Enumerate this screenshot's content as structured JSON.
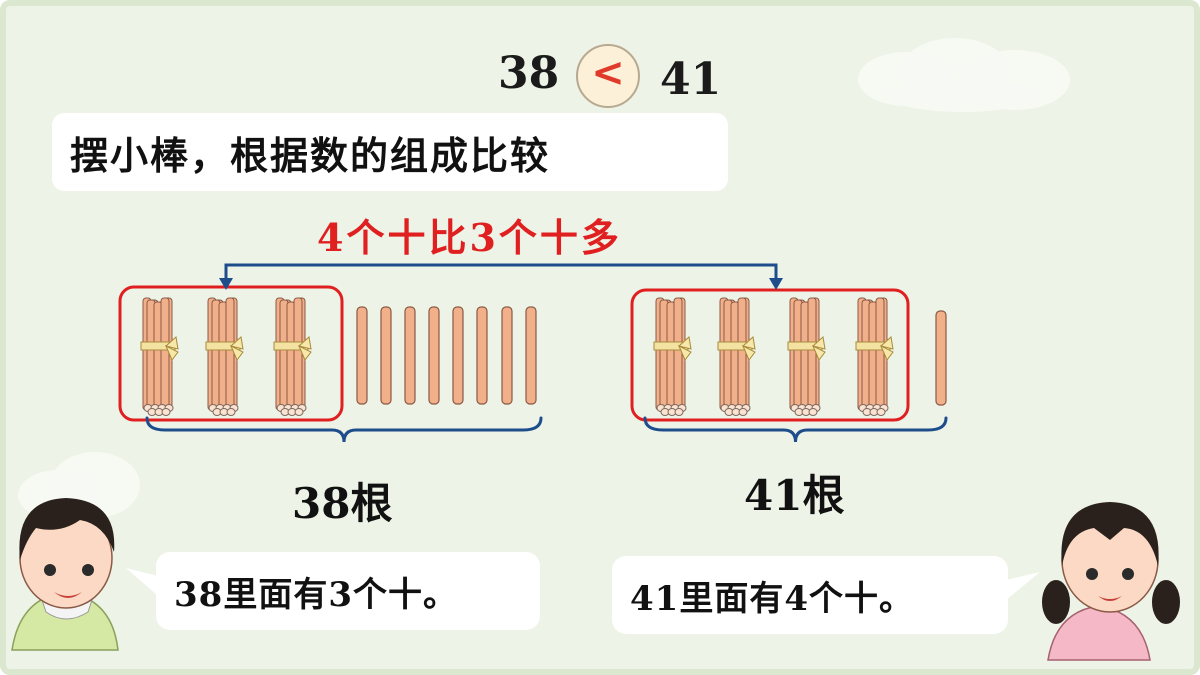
{
  "comparison": {
    "left": "38",
    "sign": "<",
    "right": "41"
  },
  "title": "摆小棒，根据数的组成比较",
  "note": "4个十比3个十多",
  "groups": [
    {
      "label": "38根",
      "bundles": 3,
      "singles": 8
    },
    {
      "label": "41根",
      "bundles": 4,
      "singles": 1
    }
  ],
  "bubbles": {
    "boy": "38里面有3个十。",
    "girl": "41里面有4个十。"
  },
  "colors": {
    "highlight": "#e02020",
    "stick": "#f2b08a",
    "stick_outline": "#8a5a46",
    "bracket": "#1e4d8c",
    "background": "#edf3e6"
  },
  "icons": {
    "boy": "boy-avatar-icon",
    "girl": "girl-avatar-icon",
    "bundle": "stick-bundle-icon",
    "stick": "single-stick-icon"
  }
}
